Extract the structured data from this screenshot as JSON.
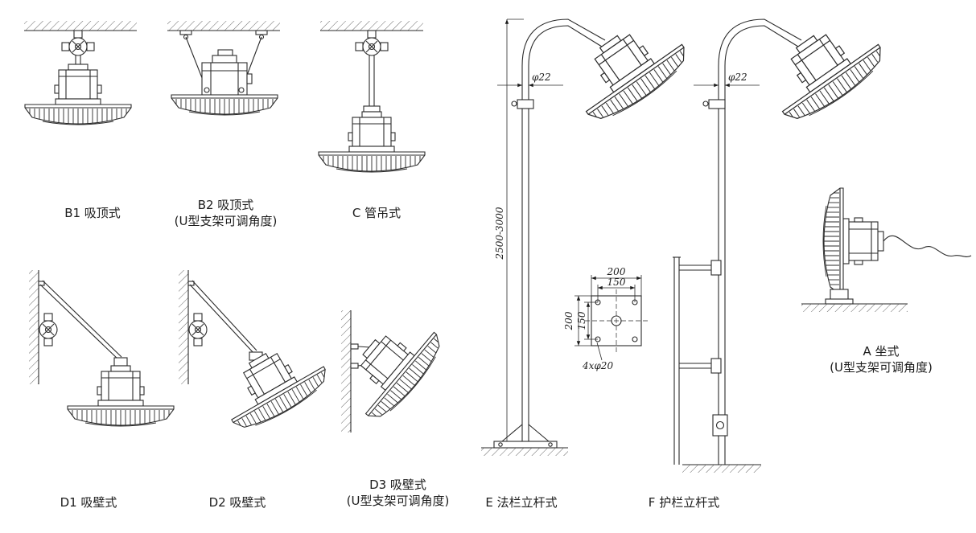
{
  "figure": {
    "captions": {
      "b1": "B1 吸顶式",
      "b2_name": "B2 吸顶式",
      "b2_note": "(U型支架可调角度)",
      "c": "C 管吊式",
      "d1": "D1 吸壁式",
      "d2": "D2 吸壁式",
      "d3_name": "D3 吸壁式",
      "d3_note": "(U型支架可调角度)",
      "e": "E 法栏立杆式",
      "f": "F 护栏立杆式",
      "a_name": "A 坐式",
      "a_note": "(U型支架可调角度)"
    },
    "dimensions": {
      "pole_diameter": "φ22",
      "pole_height_range": "2500-3000",
      "base_outer_width": "200",
      "base_hole_spacing_width": "150",
      "base_outer_height": "200",
      "base_hole_spacing_height": "150",
      "base_holes": "4xφ20"
    },
    "line_color": "#2a2a2a"
  }
}
